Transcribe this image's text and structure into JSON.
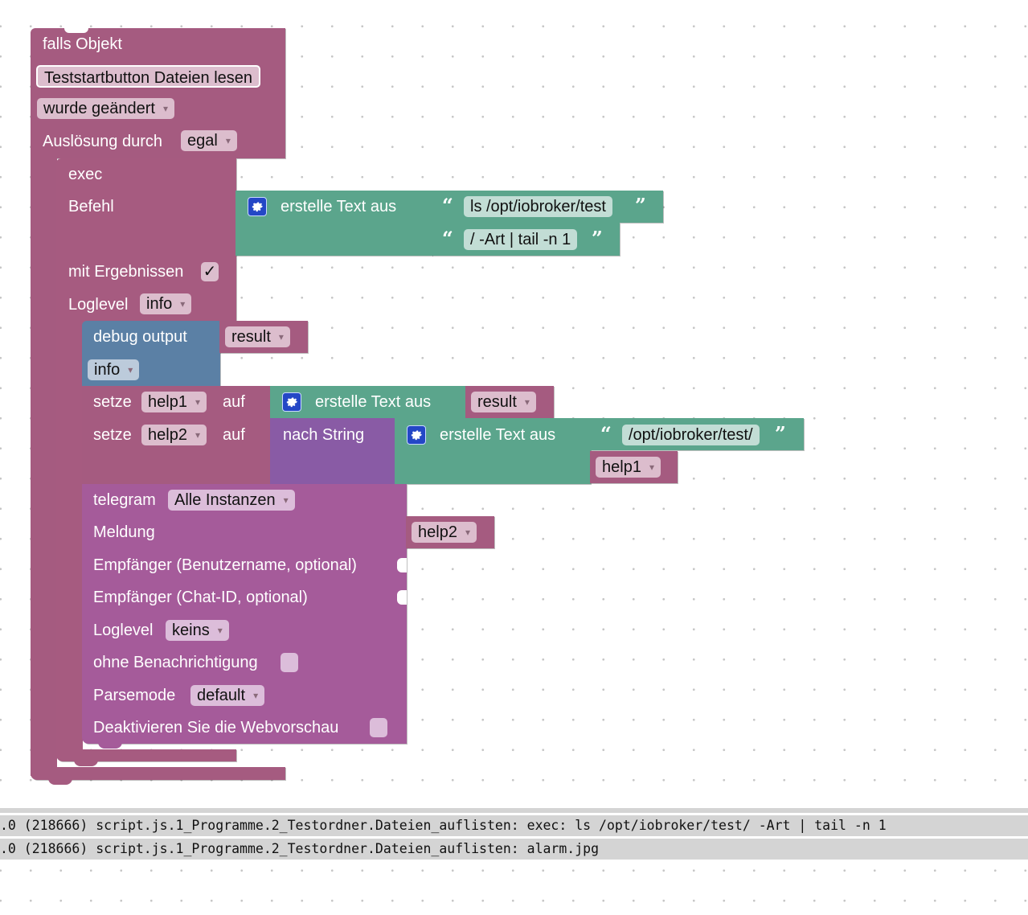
{
  "trigger_block": {
    "title": "falls Objekt",
    "object_name": "Teststartbutton Dateien lesen",
    "condition": "wurde geändert",
    "triggered_by_label": "Auslösung durch",
    "triggered_by_value": "egal"
  },
  "exec_block": {
    "title": "exec",
    "command_label": "Befehl",
    "with_results_label": "mit Ergebnissen",
    "with_results_checked": true,
    "with_results_glyph": "✓",
    "loglevel_label": "Loglevel",
    "loglevel_value": "info",
    "command_text_join": {
      "label": "erstelle Text aus",
      "icon": "gear-icon",
      "items": [
        "ls  /opt/iobroker/test",
        "/ -Art | tail -n 1"
      ]
    }
  },
  "debug_block": {
    "label": "debug output",
    "value_var": "result",
    "level": "info"
  },
  "set_help1": {
    "label_set": "setze",
    "variable": "help1",
    "label_to": "auf",
    "text_join_label": "erstelle Text aus",
    "value_var": "result"
  },
  "set_help2": {
    "label_set": "setze",
    "variable": "help2",
    "label_to": "auf",
    "to_string_label": "nach String",
    "text_join_label": "erstelle Text aus",
    "text_item": "/opt/iobroker/test/",
    "value_var": "help1"
  },
  "telegram_block": {
    "title": "telegram",
    "instance": "Alle Instanzen",
    "message_label": "Meldung",
    "message_var": "help2",
    "recipient_user_label": "Empfänger (Benutzername, optional)",
    "recipient_chat_label": "Empfänger (Chat-ID, optional)",
    "loglevel_label": "Loglevel",
    "loglevel_value": "keins",
    "silent_label": "ohne Benachrichtigung",
    "silent_checked": false,
    "parsemode_label": "Parsemode",
    "parsemode_value": "default",
    "disable_preview_label": "Deaktivieren Sie die Webvorschau",
    "disable_preview_checked": false
  },
  "quotes": {
    "open": "“",
    "close": "”"
  },
  "log": {
    "lines": [
      ".0 (218666) script.js.1_Programme.2_Testordner.Dateien_auflisten: exec: ls /opt/iobroker/test/ -Art | tail -n 1",
      ".0 (218666) script.js.1_Programme.2_Testordner.Dateien_auflisten: alarm.jpg"
    ]
  },
  "colors": {
    "event_block": "#a55b80",
    "text_block": "#5ba58c",
    "debug_block": "#5b80a5",
    "convert_block": "#895ba5",
    "telegram_block": "#a55b9a",
    "gear_icon": "#2447c6"
  }
}
